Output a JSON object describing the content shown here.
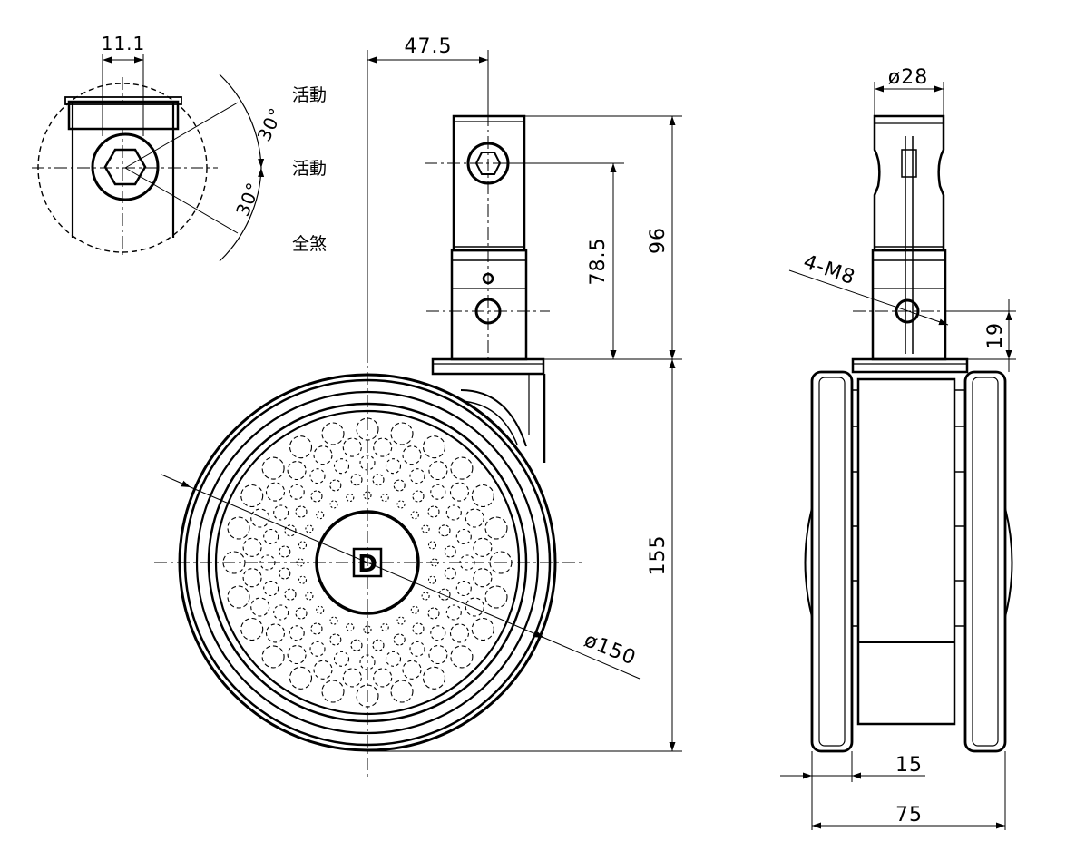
{
  "drawing": {
    "top_view": {
      "dim_width": "11.1",
      "angle_upper": "30°",
      "angle_lower": "30°",
      "positions": [
        "活動",
        "活動",
        "全煞"
      ]
    },
    "side_view": {
      "dim_offset": "47.5",
      "dim_stem_hole": "78.5",
      "dim_stem_height": "96",
      "dim_wheel_height": "155",
      "dim_diameter": "ø150",
      "logo": "D"
    },
    "front_view": {
      "dim_stem_diameter": "ø28",
      "dim_thread": "4-M8",
      "dim_hole_height": "19",
      "dim_hub_width": "15",
      "dim_total_width": "75"
    }
  }
}
